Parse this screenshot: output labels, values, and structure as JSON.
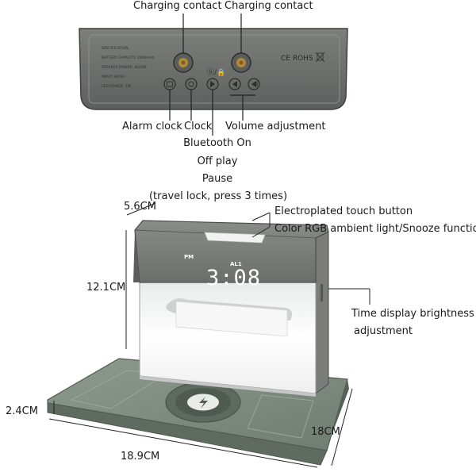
{
  "top_view": {
    "charging_contact_left": "Charging contact",
    "charging_contact_right": "Charging contact",
    "spec_lines": [
      "SPECIFICATION",
      "BATTERY CAPACITY: 2000mAh",
      "SPEAKER POWER: 4Ω/3W",
      "INPUT: 9V/2A",
      "LED POWER: 1W"
    ],
    "cert_text": "CE ROHS",
    "alarm_clock": "Alarm clock",
    "clock": "Clock",
    "volume_adjustment": "Volume adjustment",
    "bluetooth_lines": [
      "Bluetooth On",
      "Off play",
      "Pause",
      "(travel lock, press 3 times)"
    ]
  },
  "product_view": {
    "depth_dim": "5.6CM",
    "height_dim": "12.1CM",
    "base_height_dim": "2.4CM",
    "width_dim": "18.9CM",
    "length_dim": "18CM",
    "touch_button": "Electroplated touch button",
    "ambient_light": "Color RGB ambient light/Snooze function",
    "brightness_lines": [
      "Time display brightness",
      "adjustment"
    ],
    "display_pm": "PM",
    "display_alarm": "AL1",
    "display_time": "3:08"
  },
  "colors": {
    "device_gray": "#6f7370",
    "base_green": "#7d8a7e",
    "panel_white": "#f4f4f2"
  }
}
